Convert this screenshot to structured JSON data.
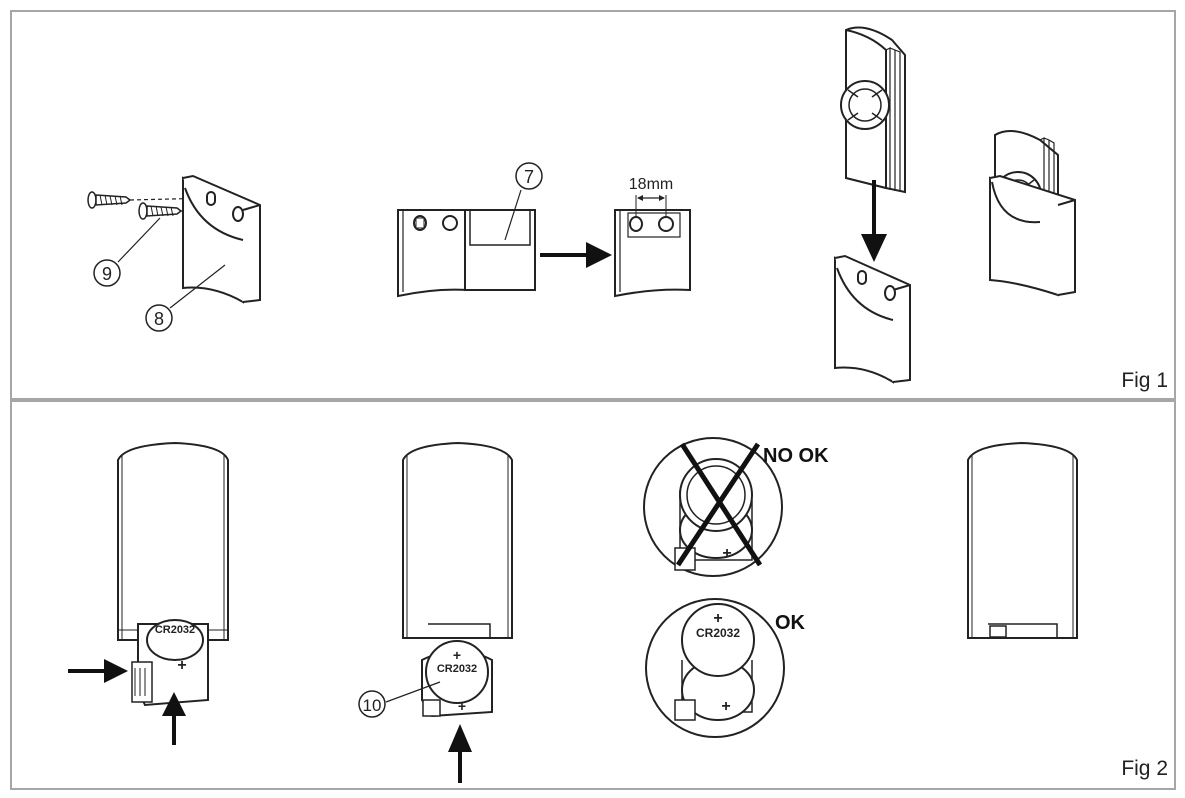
{
  "fig1": {
    "label": "Fig 1",
    "callouts": {
      "screws": "9",
      "holder": "8",
      "template": "7"
    },
    "dimension": "18mm"
  },
  "fig2": {
    "label": "Fig 2",
    "callout_battery": "10",
    "battery_text": "CR2032",
    "plus_sign": "+",
    "no_ok": "NO OK",
    "ok": "OK"
  }
}
